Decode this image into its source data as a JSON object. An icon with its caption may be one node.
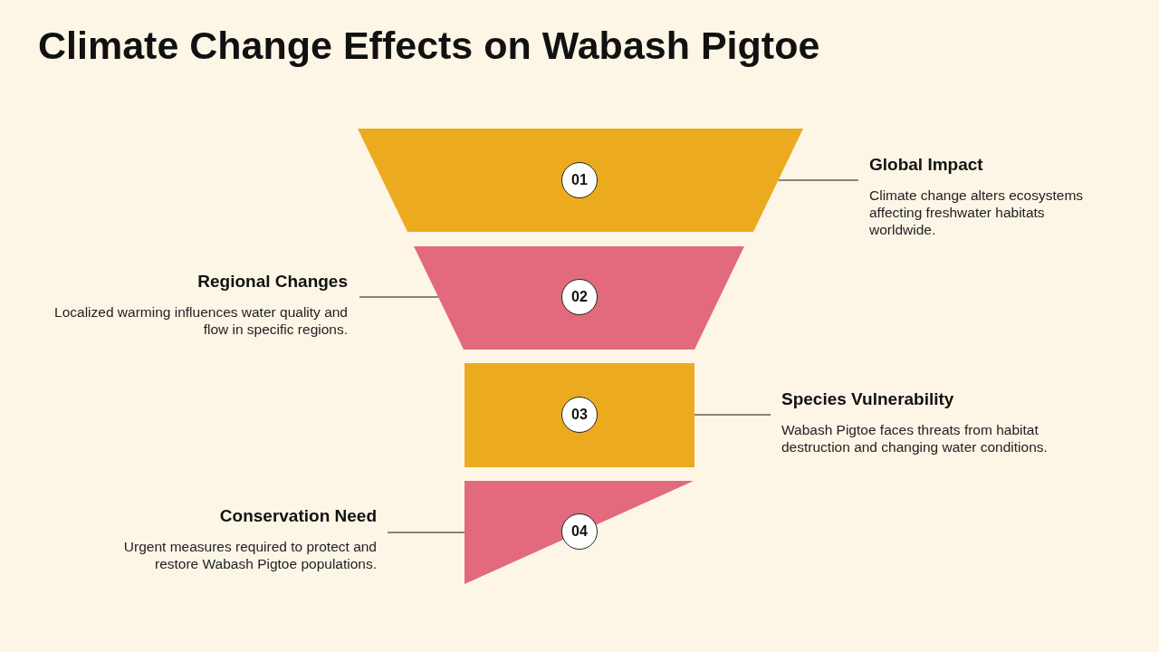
{
  "diagram": {
    "title": "Climate Change Effects on Wabash Pigtoe",
    "nodes": [
      {
        "text": [],
        "shape": "trapezoid"
      },
      {
        "text": [
          "01"
        ],
        "in": 0
      },
      {
        "text": [
          "Global Impact",
          "Climate change alters ecosystems affecting freshwater habitats worldwide."
        ]
      },
      {
        "text": [],
        "shape": "trapezoid"
      },
      {
        "text": [
          "02"
        ],
        "in": 3
      },
      {
        "text": [
          "Regional Changes",
          "Localized warming influences water quality and flow in specific regions."
        ]
      },
      {
        "text": [],
        "shape": "box"
      },
      {
        "text": [
          "03"
        ],
        "in": 6
      },
      {
        "text": [
          "Species Vulnerability",
          "Wabash Pigtoe faces threats from habitat destruction and changing water conditions."
        ]
      },
      {
        "text": [],
        "shape": "triangle"
      },
      {
        "text": [
          "04"
        ],
        "in": 9
      },
      {
        "text": [
          "Conservation Need",
          "Urgent measures required to protect and restore Wabash Pigtoe populations."
        ]
      }
    ],
    "edges": [
      {
        "from": 2,
        "to": 0,
        "arrow": "none"
      },
      {
        "from": 5,
        "to": 3,
        "arrow": "none"
      },
      {
        "from": 8,
        "to": 6,
        "arrow": "none"
      },
      {
        "from": 11,
        "to": 9,
        "arrow": "none"
      }
    ]
  }
}
